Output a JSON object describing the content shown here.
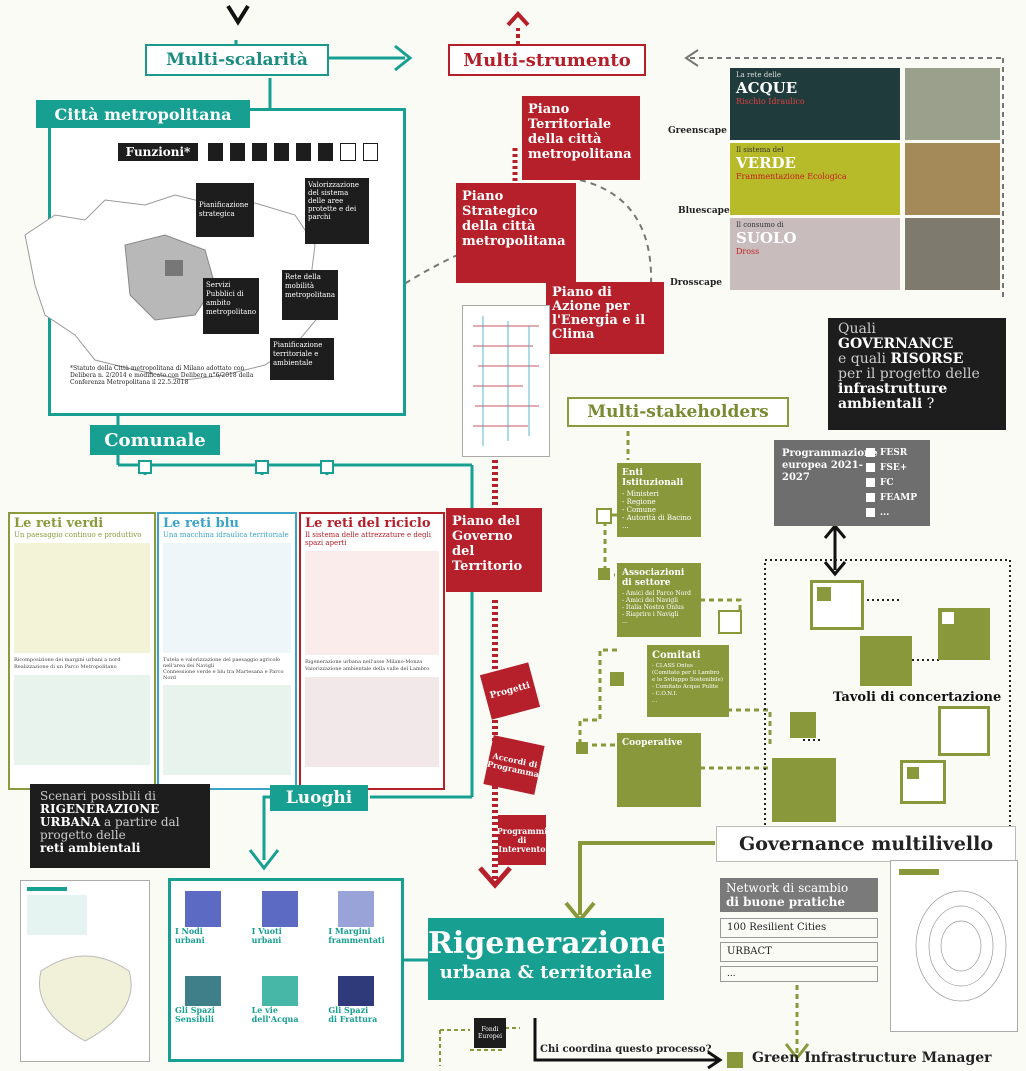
{
  "top": {
    "multiscalarita": "Multi-scalarità",
    "multistrumento": "Multi-strumento",
    "citta_metropolitana": "Città metropolitana",
    "funzioni": "Funzioni*",
    "func_boxes": [
      "Pianificazione strategica",
      "Servizi Pubblici di ambito metropolitano",
      "Rete della mobilità metropolitana",
      "Valorizzazione del sistema delle aree protette e dei parchi",
      "Pianificazione territoriale e ambientale"
    ],
    "footnote": "*Statuto della Città metropolitana di Milano adottato con Delibera n. 2/2014 e modificato con Delibera n°6/2018 della Conferenza Metropolitana il 22.5.2018"
  },
  "plans": [
    "Piano Territoriale della città metropolitana",
    "Piano Strategico della città metropolitana",
    "Piano di Azione per l'Energia e il Clima",
    "Piano del Governo del Territorio"
  ],
  "scapes": {
    "labels": [
      "Greenscape",
      "Bluescape",
      "Drosscape"
    ],
    "covers": [
      {
        "kicker": "La rete delle",
        "title": "ACQUE",
        "sub": "Rischio Idraulico"
      },
      {
        "kicker": "Il sistema del",
        "title": "VERDE",
        "sub": "Frammentazione Ecologica"
      },
      {
        "kicker": "Il consumo di",
        "title": "SUOLO",
        "sub": "Dross"
      }
    ]
  },
  "governance_q": {
    "l1": "Quali",
    "l2": "GOVERNANCE",
    "l3": "e quali",
    "l4": "RISORSE",
    "l5": "per il progetto delle",
    "l6": "infrastrutture",
    "l7": "ambientali",
    "l8": "?"
  },
  "multistakeholders": "Multi-stakeholders",
  "programmazione": {
    "title": "Programmazione europea 2021-2027",
    "items": [
      "FESR",
      "FSE+",
      "FC",
      "FEAMP",
      "..."
    ]
  },
  "stakeholders": [
    {
      "title": "Enti Istituzionali",
      "items": [
        "- Ministeri",
        "- Regione",
        "- Comune",
        "- Autorità di Bacino",
        "..."
      ]
    },
    {
      "title": "Associazioni di settore",
      "items": [
        "- Amici del Parco Nord",
        "- Amici dei Navigli",
        "- Italia Nostra Onlus",
        "- Riaprire i Navigli",
        "..."
      ]
    },
    {
      "title": "Comitati",
      "items": [
        "- CLASS Onlus",
        "(Comitato per il Lambro e lo Sviluppo Sostenibile)",
        "- Comitato Acque Pulite",
        "- C.O.N.I.",
        "..."
      ]
    },
    {
      "title": "Cooperative",
      "items": []
    }
  ],
  "tavoli": "Tavoli di concertazione",
  "governance_multilivello": "Governance multilivello",
  "network": {
    "title1": "Network di scambio",
    "title2": "di buone pratiche",
    "items": [
      "100 Resilient Cities",
      "URBACT",
      "..."
    ]
  },
  "comunale": "Comunale",
  "reti": [
    {
      "title": "Le reti verdi",
      "sub": "Un paesaggio continuo e produttivo",
      "color": "#8a9a3c",
      "legend": [
        "Ricomposizione dei margini urbani a nord",
        "Realizzazione di un Parco Metropolitano"
      ]
    },
    {
      "title": "Le reti blu",
      "sub": "Una macchina idraulica territoriale",
      "color": "#3ba3c8",
      "legend": [
        "Tutela e valorizzazione del paesaggio agricolo nell'area dei Navigli",
        "Connessione verde e blu tra Martesana e Parco Nord"
      ]
    },
    {
      "title": "Le reti del riciclo",
      "sub": "Il sistema delle attrezzature e degli spazi aperti",
      "color": "#b3202a",
      "legend": [
        "Rigenerazione urbana nell'asse Milano-Monza",
        "Valorizzazione ambientale della valle del Lambro"
      ]
    }
  ],
  "red_tags": [
    "Progetti",
    "Accordi di Programma",
    "Programmi di Intervento"
  ],
  "scenari": {
    "l1": "Scenari possibili di",
    "l2": "RIGENERAZIONE",
    "l3": "URBANA",
    "l4": "a partire dal progetto delle",
    "l5": "reti ambientali"
  },
  "luoghi": "Luoghi",
  "luoghi_items": [
    {
      "a": "I Nodi",
      "b": "urbani"
    },
    {
      "a": "I Vuoti",
      "b": "urbani"
    },
    {
      "a": "I Margini",
      "b": "frammentati"
    },
    {
      "a": "Gli Spazi",
      "b": "Sensibili"
    },
    {
      "a": "Le vie",
      "b": "dell'Acqua"
    },
    {
      "a": "Gli Spazi",
      "b": "di Frattura"
    }
  ],
  "rigenerazione": {
    "l1": "Rigenerazione",
    "l2": "urbana & territoriale"
  },
  "fondi": "Fondi Europei",
  "chi": "Chi coordina questo processo?",
  "gim": "Green Infrastructure Manager",
  "colors": {
    "teal": "#17a092",
    "red": "#b5202b",
    "olive": "#8a983c",
    "dark": "#1d1d1d",
    "blue": "#3ba3c8"
  }
}
